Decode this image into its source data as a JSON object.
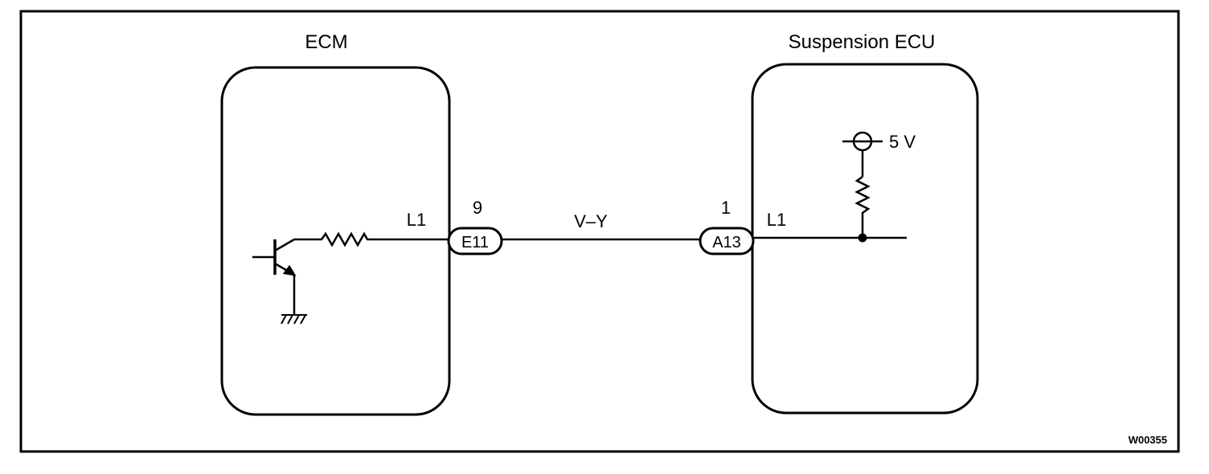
{
  "colors": {
    "line": "#000000",
    "background": "#ffffff"
  },
  "ecm": {
    "title": "ECM",
    "terminal": "L1",
    "connector": "E11",
    "pin": "9"
  },
  "wire": {
    "color_code": "V–Y"
  },
  "suspension_ecu": {
    "title": "Suspension ECU",
    "terminal": "L1",
    "connector": "A13",
    "pin": "1",
    "supply_voltage": "5 V"
  },
  "diagram_code": "W00355"
}
